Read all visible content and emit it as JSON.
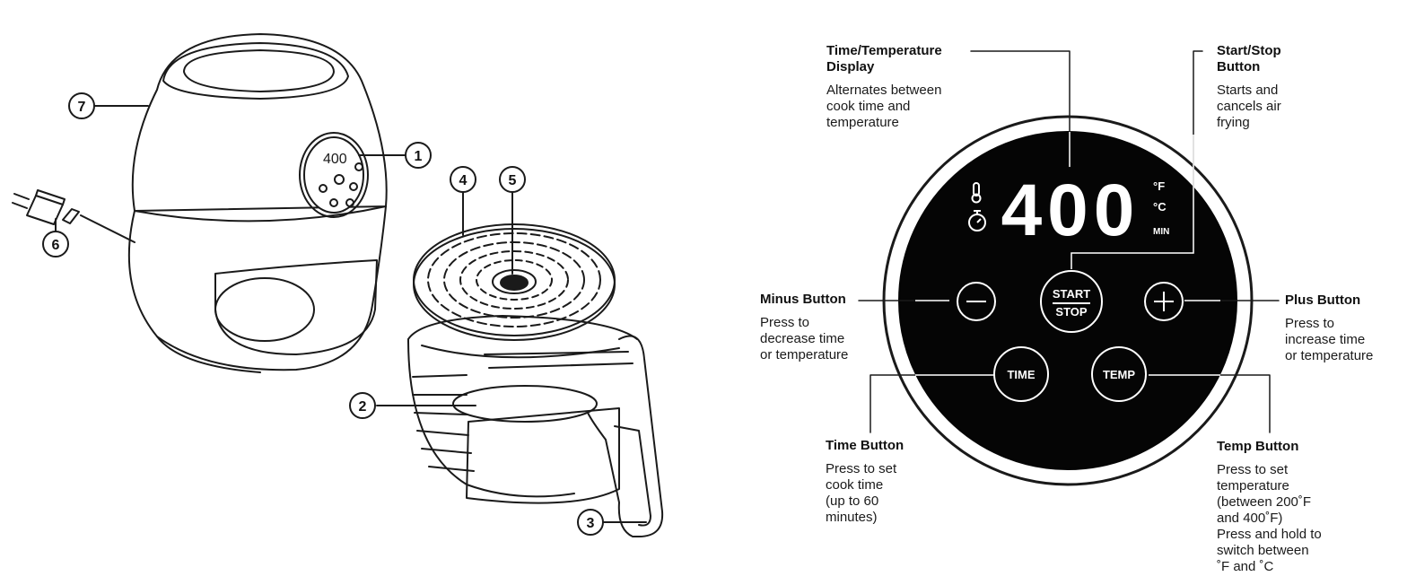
{
  "parts": {
    "callouts": [
      "1",
      "2",
      "3",
      "4",
      "5",
      "6",
      "7"
    ]
  },
  "panel": {
    "display_value": "400",
    "unit_f": "°F",
    "unit_c": "°C",
    "unit_min": "MIN",
    "start_label": "START",
    "stop_label": "STOP",
    "time_button": "TIME",
    "temp_button": "TEMP"
  },
  "labels": {
    "display": {
      "title": [
        "Time/Temperature",
        "Display"
      ],
      "desc": [
        "Alternates between",
        "cook time and",
        "temperature"
      ]
    },
    "start_stop": {
      "title": [
        "Start/Stop",
        "Button"
      ],
      "desc": [
        "Starts and",
        "cancels air",
        "frying"
      ]
    },
    "minus": {
      "title": [
        "Minus Button"
      ],
      "desc": [
        "Press to",
        "decrease time",
        "or temperature"
      ]
    },
    "plus": {
      "title": [
        "Plus Button"
      ],
      "desc": [
        "Press to",
        "increase time",
        "or temperature"
      ]
    },
    "time": {
      "title": [
        "Time Button"
      ],
      "desc": [
        "Press to set",
        "cook time",
        "(up to 60",
        "minutes)"
      ]
    },
    "temp": {
      "title": [
        "Temp Button"
      ],
      "desc": [
        "Press to set",
        "temperature",
        "(between 200˚F",
        "and 400˚F)",
        "Press and hold to",
        "switch between",
        "˚F and ˚C"
      ]
    }
  },
  "colors": {
    "line": "#1a1a1a",
    "panel_face": "#050505",
    "panel_text": "#ffffff"
  }
}
